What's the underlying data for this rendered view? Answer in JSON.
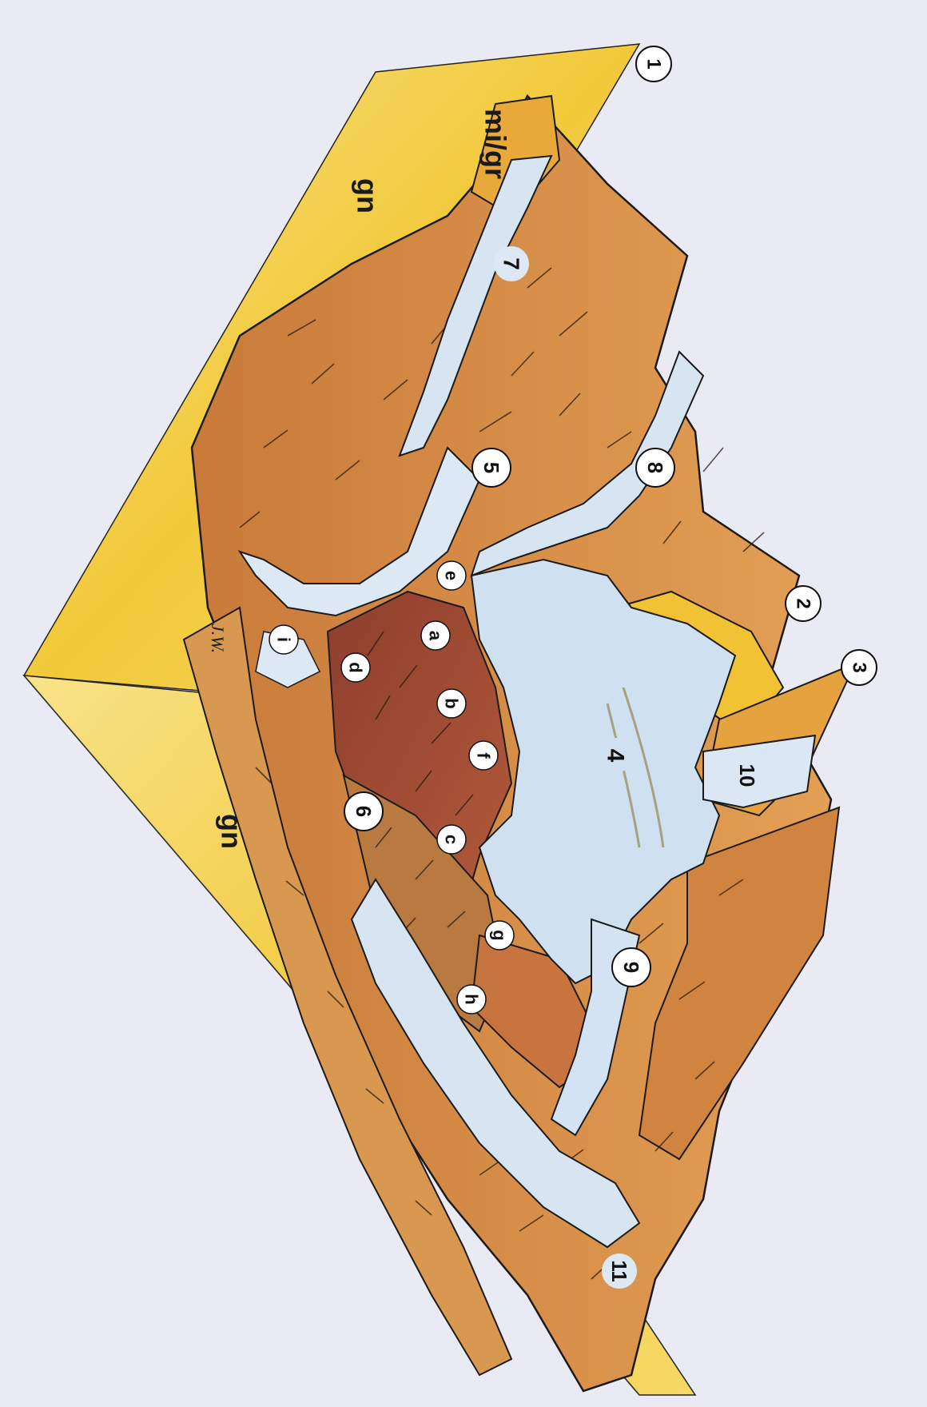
{
  "diagram": {
    "rock_labels": {
      "mi_gr": "mi/gr",
      "gn_upper": "gn",
      "gn_lower": "gn"
    },
    "signature": "J.W.",
    "numbered_markers": [
      "1",
      "2",
      "3",
      "4",
      "5",
      "6",
      "7",
      "8",
      "9",
      "10",
      "11"
    ],
    "letter_markers": [
      "a",
      "b",
      "c",
      "d",
      "e",
      "f",
      "g",
      "h",
      "i"
    ],
    "colors": {
      "background": "#eaeaf4",
      "base_yellow": "#f2c93a",
      "base_light": "#f6dc6a",
      "mountain_orange": "#d48a43",
      "mountain_dark": "#b76a35",
      "mountain_red": "#9a4a32",
      "ice": "#cfe0f1",
      "ice_light": "#e2ecf7",
      "outline": "#1b1b1b"
    }
  }
}
